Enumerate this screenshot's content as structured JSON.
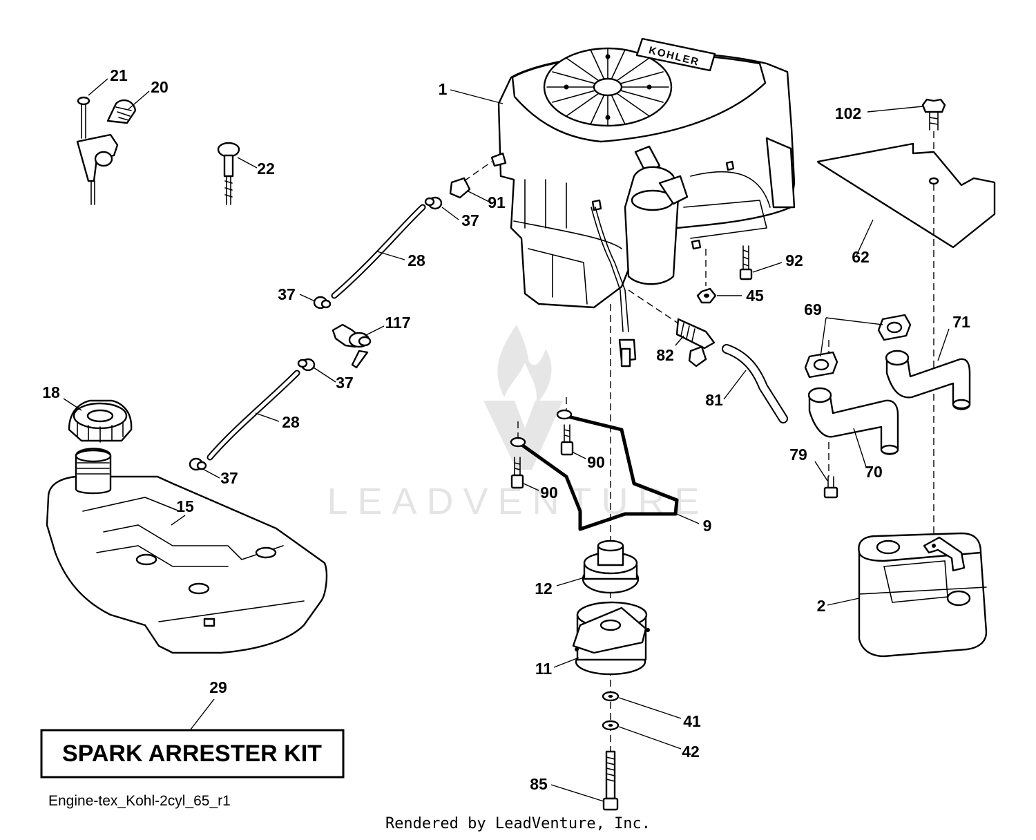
{
  "diagram": {
    "engine_brand": "KOHLER",
    "kit_label": "SPARK ARRESTER KIT",
    "drawing_code": "Engine-tex_Kohl-2cyl_65_r1",
    "credit": "Rendered by LeadVenture, Inc.",
    "watermark": "LEADVENTURE"
  },
  "callouts": {
    "c1": "1",
    "c2": "2",
    "c9": "9",
    "c11": "11",
    "c12": "12",
    "c15": "15",
    "c18": "18",
    "c20": "20",
    "c21": "21",
    "c22": "22",
    "c28a": "28",
    "c28b": "28",
    "c29": "29",
    "c37a": "37",
    "c37b": "37",
    "c37c": "37",
    "c37d": "37",
    "c41": "41",
    "c42": "42",
    "c45": "45",
    "c62": "62",
    "c69": "69",
    "c70": "70",
    "c71": "71",
    "c79": "79",
    "c81": "81",
    "c82": "82",
    "c85": "85",
    "c90a": "90",
    "c90b": "90",
    "c91": "91",
    "c92": "92",
    "c102": "102",
    "c117": "117"
  }
}
